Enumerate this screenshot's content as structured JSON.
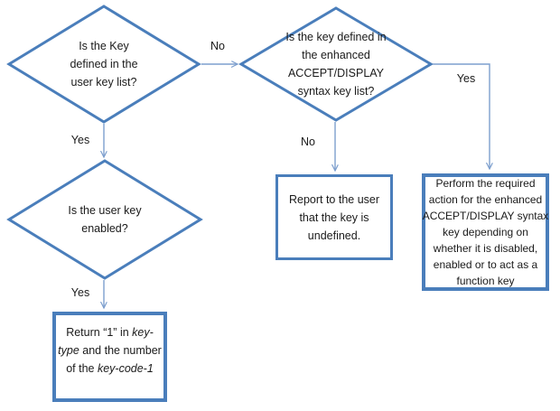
{
  "colors": {
    "shape_border": "#4a7ebb",
    "connector": "#7d9fce",
    "text": "#1a1a1a",
    "background": "#ffffff"
  },
  "nodes": {
    "decision_user_key_list": {
      "type": "decision",
      "lines": [
        "Is the Key",
        "defined in the",
        "user key list?"
      ]
    },
    "decision_enhanced_list": {
      "type": "decision",
      "lines": [
        "Is the key defined in",
        "the enhanced",
        "ACCEPT/DISPLAY",
        "syntax key list?"
      ]
    },
    "decision_user_key_enabled": {
      "type": "decision",
      "lines": [
        "Is the user key",
        "enabled?"
      ]
    },
    "process_report_undefined": {
      "type": "process",
      "lines": [
        "Report to the user",
        "that the key is",
        "undefined."
      ]
    },
    "process_perform_action": {
      "type": "process",
      "lines": [
        "Perform the required",
        "action for the enhanced",
        "ACCEPT/DISPLAY syntax",
        "key depending on",
        "whether it is disabled,",
        "enabled or to act as a",
        "function key"
      ]
    },
    "process_return_key_type": {
      "type": "process",
      "lines": [
        [
          {
            "t": "Return “1” in ",
            "italic": false
          },
          {
            "t": "key-",
            "italic": true
          }
        ],
        [
          {
            "t": "type",
            "italic": true
          },
          {
            "t": " and the number",
            "italic": false
          }
        ],
        [
          {
            "t": "of the ",
            "italic": false
          },
          {
            "t": "key-code-1",
            "italic": true
          }
        ]
      ]
    }
  },
  "edge_labels": {
    "d1_no": "No",
    "d1_yes": "Yes",
    "d2_no": "No",
    "d2_yes": "Yes",
    "d3_yes": "Yes"
  }
}
